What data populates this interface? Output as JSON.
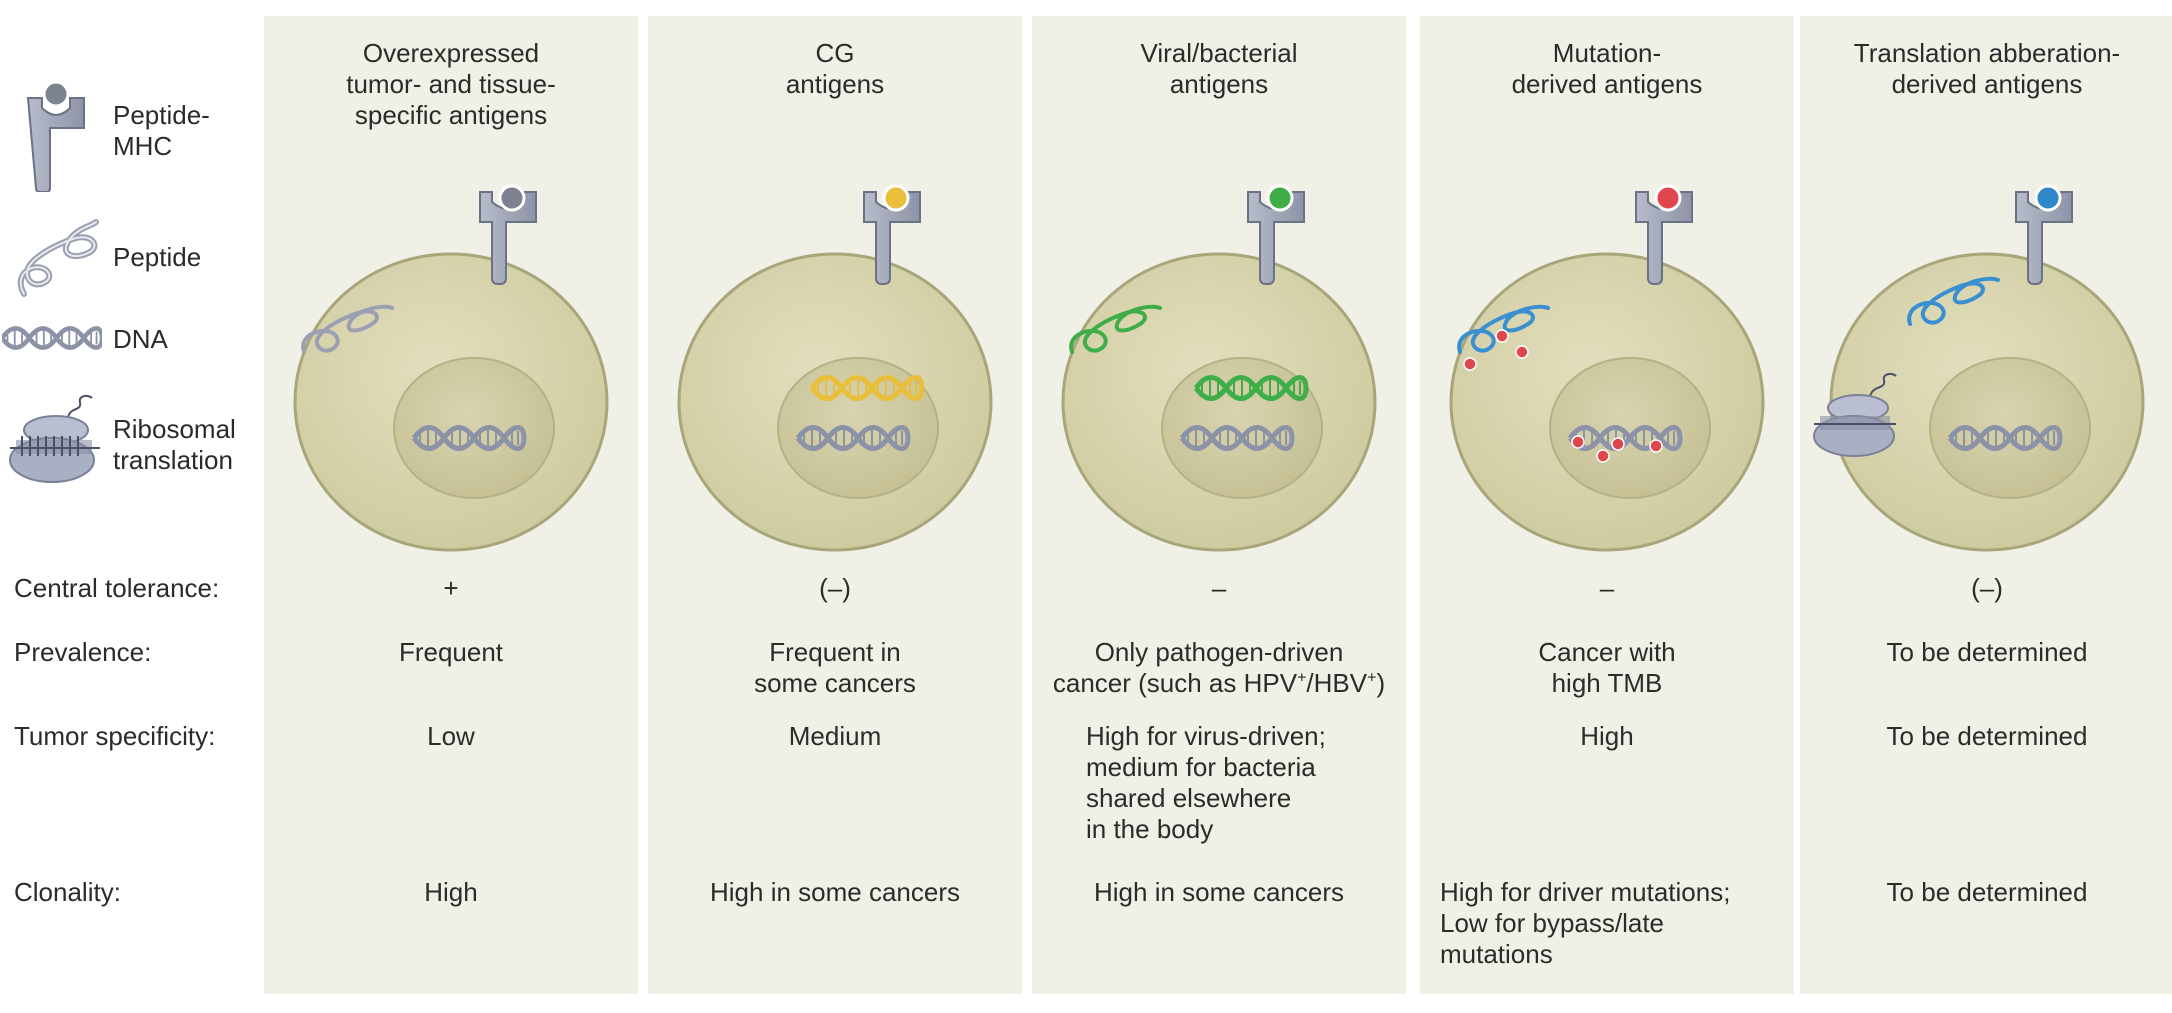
{
  "legend": {
    "items": [
      {
        "label_lines": [
          "Peptide-",
          "MHC"
        ],
        "icon": "peptide-mhc-icon"
      },
      {
        "label_lines": [
          "Peptide"
        ],
        "icon": "peptide-icon"
      },
      {
        "label_lines": [
          "DNA"
        ],
        "icon": "dna-icon"
      },
      {
        "label_lines": [
          "Ribosomal",
          "translation"
        ],
        "icon": "ribosome-icon"
      }
    ]
  },
  "row_labels": {
    "central_tolerance": "Central tolerance:",
    "prevalence": "Prevalence:",
    "tumor_specificity": "Tumor specificity:",
    "clonality": "Clonality:"
  },
  "columns": [
    {
      "title_lines": [
        "Overexpressed",
        "tumor- and tissue-",
        "specific antigens"
      ],
      "antigen_color": "#7d8290",
      "central_tolerance": "+",
      "prevalence_lines": [
        "Frequent"
      ],
      "tumor_specificity_lines": [
        "Low"
      ],
      "clonality_lines": [
        "High"
      ]
    },
    {
      "title_lines": [
        "CG",
        "antigens"
      ],
      "antigen_color": "#e8be3a",
      "central_tolerance": "(–)",
      "prevalence_lines": [
        "Frequent in",
        "some cancers"
      ],
      "tumor_specificity_lines": [
        "Medium"
      ],
      "clonality_lines": [
        "High in some cancers"
      ]
    },
    {
      "title_lines": [
        "Viral/bacterial",
        "antigens"
      ],
      "antigen_color": "#3fae49",
      "central_tolerance": "–",
      "prevalence_line1": "Only pathogen-driven",
      "prevalence_line2_parts": [
        "cancer (such as HPV",
        "+",
        "/HBV",
        "+",
        ")"
      ],
      "tumor_specificity_lines": [
        "High for virus-driven;",
        "medium for bacteria",
        "shared elsewhere",
        "in the body"
      ],
      "clonality_lines": [
        "High in some cancers"
      ]
    },
    {
      "title_lines": [
        "Mutation-",
        "derived antigens"
      ],
      "antigen_color": "#e0474c",
      "central_tolerance": "–",
      "prevalence_lines": [
        "Cancer with",
        "high TMB"
      ],
      "tumor_specificity_lines": [
        "High"
      ],
      "clonality_lines": [
        "High for driver mutations;",
        "Low for bypass/late",
        "mutations"
      ]
    },
    {
      "title_lines": [
        "Translation abberation-",
        "derived antigens"
      ],
      "antigen_color": "#2f86c8",
      "central_tolerance": "(–)",
      "prevalence_lines": [
        "To be determined"
      ],
      "tumor_specificity_lines": [
        "To be determined"
      ],
      "clonality_lines": [
        "To be determined"
      ]
    }
  ]
}
